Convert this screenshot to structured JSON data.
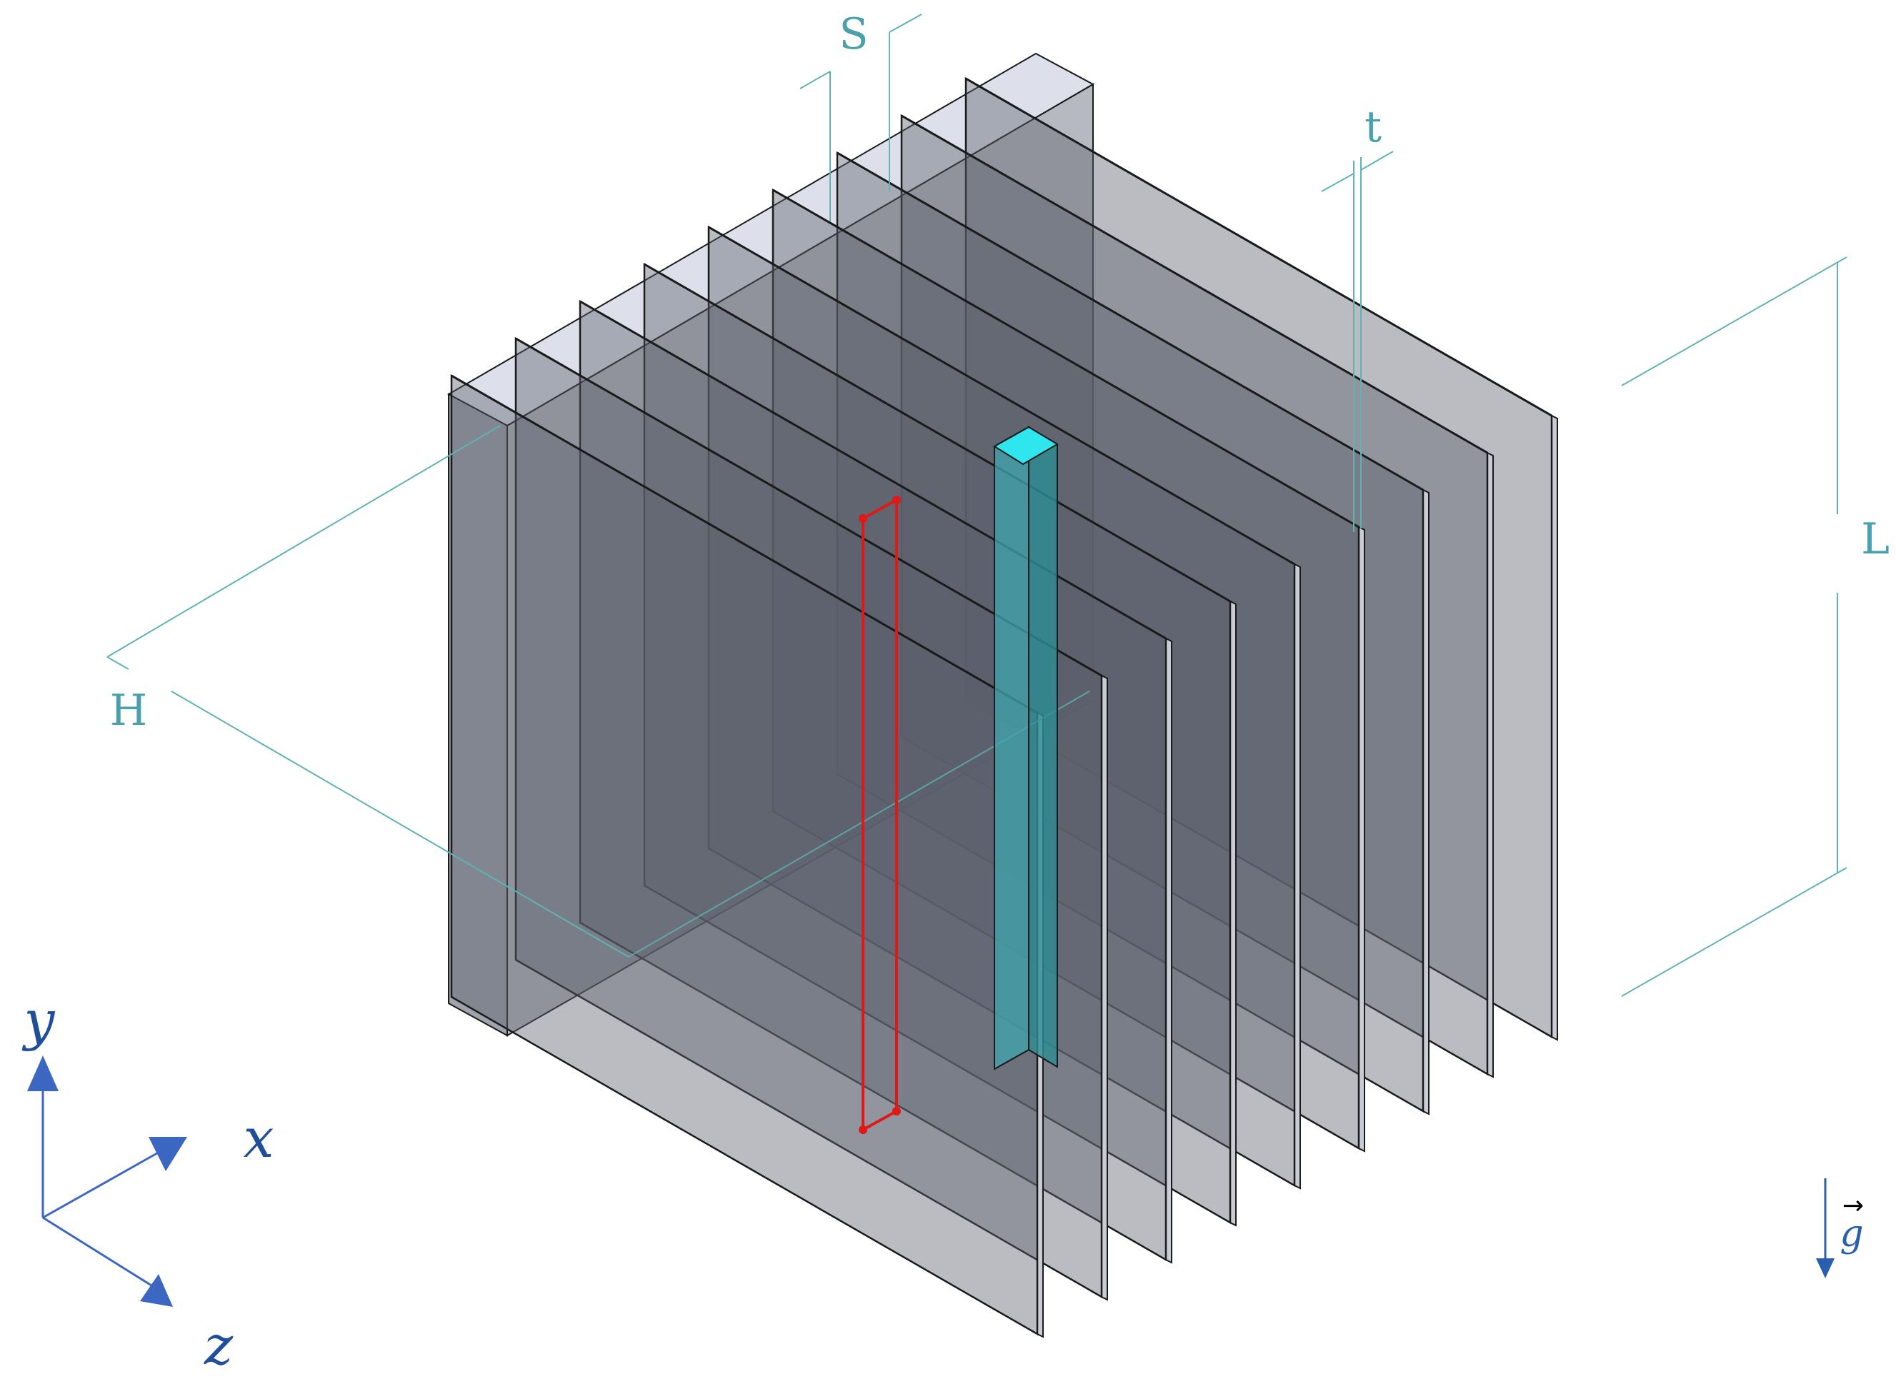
{
  "dimensions": {
    "spacing": "S",
    "thickness": "t",
    "height": "H",
    "length": "L"
  },
  "axes": {
    "y": "y",
    "x": "x",
    "z": "z"
  },
  "gravity": {
    "label": "g",
    "arrow_glyph": "→"
  },
  "fin_count": 9,
  "colors": {
    "fin_face": "#5a5f6c",
    "fin_edge": "#1a1a1a",
    "base_top": "#dde0ea",
    "base_side": "#9fa3ad",
    "dimension": "#5fb3b3",
    "dimension_text": "#4aa0ad",
    "heater": "#3fa6ad",
    "heater_top": "#2fe6ee",
    "probe": "#e01818",
    "axis": "#3b66c2",
    "gravity": "#2a5fb0"
  }
}
